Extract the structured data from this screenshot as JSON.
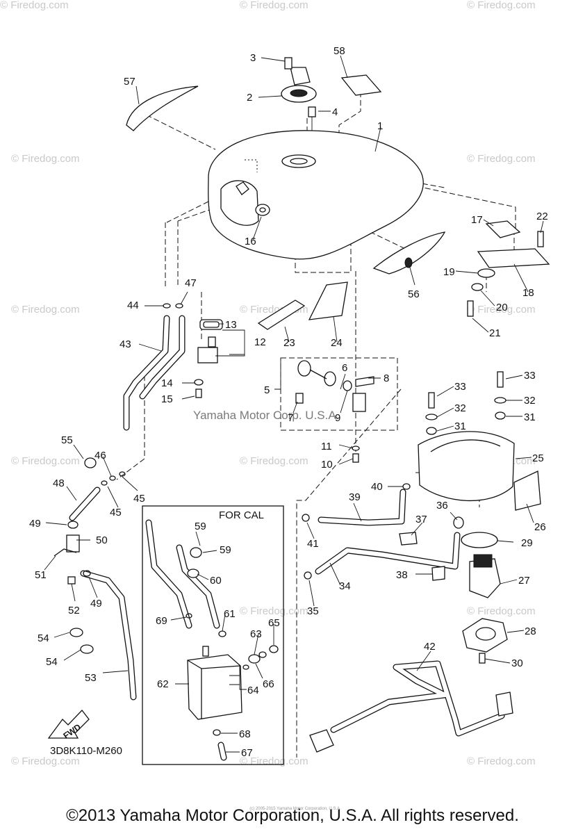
{
  "watermark": "© Firedog.com",
  "manufacturer_mark": "Yamaha Motor Corp. U.S.A.",
  "frame_label": "FOR CAL",
  "fwd_label": "FWD",
  "diagram_code": "3D8K110-M260",
  "copyright": "©2013 Yamaha Motor Corporation, U.S.A. All rights reserved.",
  "copyright_small": "(c) 2005-2015 Yamaha Motor Corporation, U.S.A.",
  "callouts": [
    "1",
    "2",
    "3",
    "4",
    "5",
    "6",
    "7",
    "8",
    "9",
    "10",
    "11",
    "12",
    "13",
    "14",
    "15",
    "16",
    "17",
    "18",
    "19",
    "20",
    "21",
    "22",
    "23",
    "24",
    "25",
    "26",
    "27",
    "28",
    "29",
    "30",
    "31",
    "31",
    "32",
    "32",
    "33",
    "33",
    "34",
    "35",
    "36",
    "37",
    "38",
    "39",
    "40",
    "41",
    "42",
    "43",
    "44",
    "45",
    "45",
    "46",
    "47",
    "48",
    "49",
    "49",
    "50",
    "51",
    "52",
    "53",
    "54",
    "54",
    "55",
    "56",
    "57",
    "58",
    "59",
    "59",
    "60",
    "61",
    "62",
    "63",
    "64",
    "65",
    "66",
    "67",
    "68",
    "69"
  ]
}
